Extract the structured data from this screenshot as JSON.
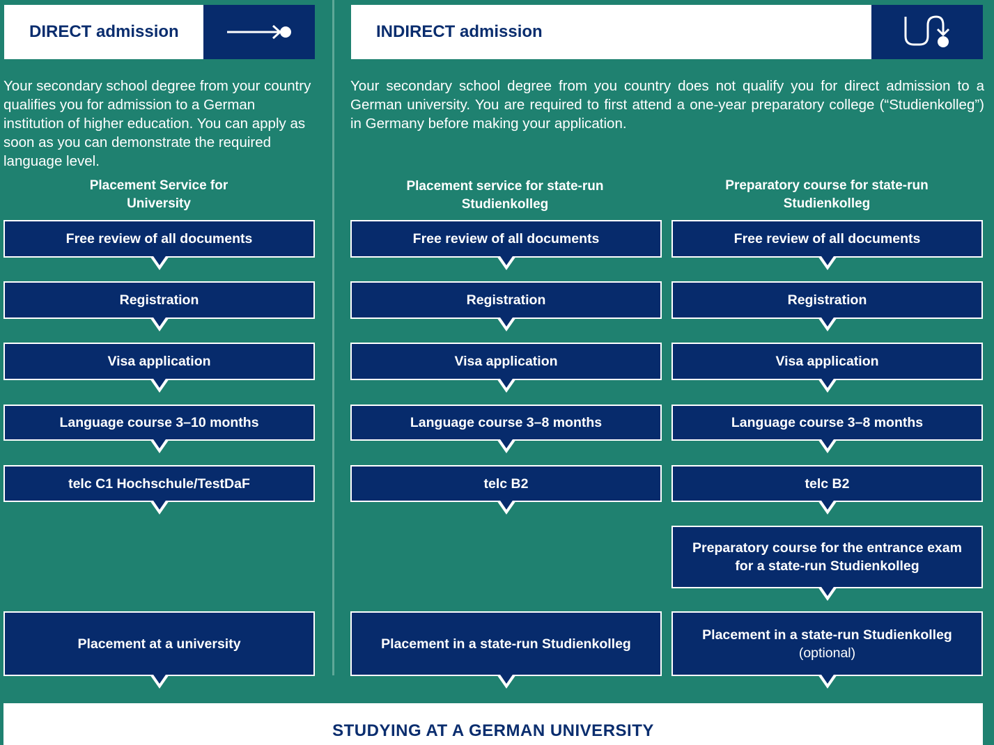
{
  "direct": {
    "title": "DIRECT admission",
    "icon": "arrow-right-dot-icon",
    "description": "Your secondary school degree from your country qualifies you for admission to a German institution of higher education. You can apply as soon as you can demonstrate the required language level.",
    "column_title": "Placement Service for University",
    "steps": [
      "Free review of all documents",
      "Registration",
      "Visa application",
      "Language course 3–10 months",
      "telc C1 Hochschule/TestDaF"
    ],
    "final": "Placement at a university"
  },
  "indirect": {
    "title": "INDIRECT admission",
    "icon": "curved-arrow-dot-icon",
    "description": "Your secondary school degree from you country does not qualify you for direct admission to a German university. You are required to first attend a one-year preparatory college (“Studienkolleg”) in Germany before making your application.",
    "left": {
      "column_title": "Placement service for state-run Studienkolleg",
      "steps": [
        "Free review of all documents",
        "Registration",
        "Visa application",
        "Language course 3–8 months",
        "telc B2"
      ],
      "final": "Placement in a state-run Studienkolleg"
    },
    "right": {
      "column_title": "Preparatory course for state-run Studienkolleg",
      "steps": [
        "Free review of all documents",
        "Registration",
        "Visa application",
        "Language course 3–8 months",
        "telc B2"
      ],
      "extra_step": "Preparatory course for the entrance exam for a state-run Studienkolleg",
      "final": "Placement in a state-run Studienkolleg",
      "final_note": "(optional)"
    }
  },
  "bottom": "STUDYING AT A GERMAN UNIVERSITY",
  "colors": {
    "background": "#1f8170",
    "navy": "#072b6c",
    "white": "#ffffff"
  }
}
